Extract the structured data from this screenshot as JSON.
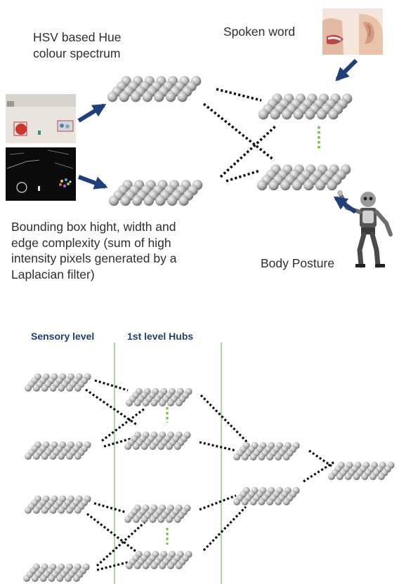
{
  "top": {
    "labels": {
      "hsv": [
        "HSV based Hue",
        "colour spectrum"
      ],
      "spoken": "Spoken word",
      "bbox": [
        "Bounding box hight, width and",
        "edge complexity (sum of high",
        "intensity pixels generated by a",
        "Laplacian filter)"
      ],
      "posture": "Body Posture"
    }
  },
  "bottom": {
    "headers": {
      "sensory": "Sensory level",
      "hubs": "1st level Hubs"
    }
  },
  "colors": {
    "arrow": "#1f3f7a",
    "dotted_black": "#111111",
    "dotted_green": "#7dc142",
    "divider": "#7ab86a",
    "header": "#1f3f72",
    "sphere_light": "#f2f2f2",
    "sphere_mid": "#bdbdbd",
    "sphere_dark": "#6e6e6e"
  },
  "icons": {
    "camera_color_image": "red-ball-camera-thumbnail",
    "camera_edge_image": "edge-filter-thumbnail",
    "speaker_image": "mouth-ear-photo",
    "robot_image": "humanoid-robot-figure"
  }
}
